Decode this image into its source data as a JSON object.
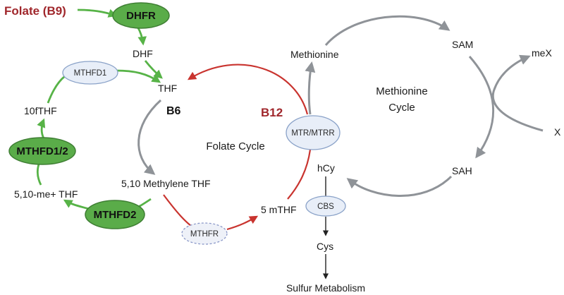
{
  "vitamins": {
    "folate": "Folate (B9)",
    "b6": "B6",
    "b12": "B12"
  },
  "metabolites": {
    "dhf": "DHF",
    "thf": "THF",
    "formyl_thf": "10fTHF",
    "methenyl_thf": "5,10-me+ THF",
    "methylene_thf": "5,10 Methylene THF",
    "methyl_thf": "5 mTHF",
    "methionine": "Methionine",
    "sam": "SAM",
    "sah": "SAH",
    "hcy": "hCy",
    "cys": "Cys",
    "mex": "meX",
    "x": "X",
    "sulfur": "Sulfur Metabolism"
  },
  "enzymes": {
    "dhfr": "DHFR",
    "mthfd1": "MTHFD1",
    "mthfd12": "MTHFD1/2",
    "mthfd2": "MTHFD2",
    "mthfr": "MTHFR",
    "mtr": "MTR/MTRR",
    "cbs": "CBS"
  },
  "cycles": {
    "folate": "Folate Cycle",
    "methionine_line1": "Methionine",
    "methionine_line2": "Cycle"
  },
  "colors": {
    "enzyme_green": "#5aac49",
    "arrow_green": "#57b347",
    "arrow_grey": "#8f9398",
    "arrow_red": "#c9342f",
    "vitamin_red": "#a0272c"
  }
}
